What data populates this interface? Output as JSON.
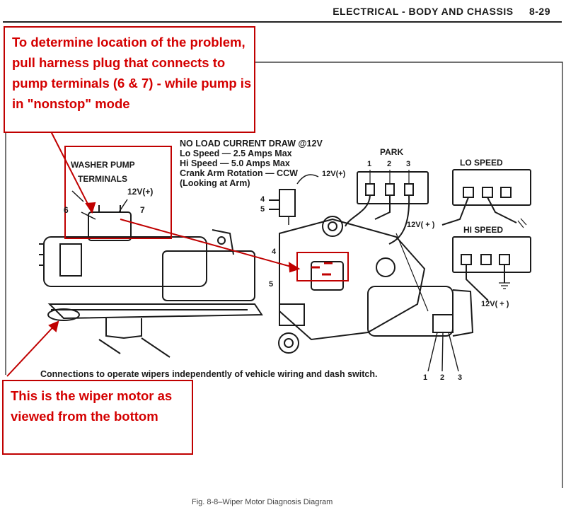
{
  "header": {
    "section": "ELECTRICAL - BODY AND CHASSIS",
    "page": "8-29"
  },
  "annotations": {
    "top_note": "To determine location of the problem, pull harness plug that connects to  pump terminals (6 & 7) - while pump is in \"nonstop\" mode",
    "bottom_note": "This is the wiper motor as viewed from the bottom"
  },
  "spec": {
    "line1": "NO LOAD CURRENT DRAW @12V",
    "line2": "Lo Speed — 2.5 Amps Max",
    "line3": "Hi Speed — 5.0 Amps Max",
    "line4": "Crank Arm Rotation — CCW",
    "line5": "(Looking at Arm)"
  },
  "labels": {
    "washer_pump": "WASHER PUMP",
    "terminals": "TERMINALS",
    "v12_plus": "12V(+)",
    "v12_plus_spaced": "12V( + )",
    "term6": "6",
    "term7": "7",
    "term4": "4",
    "term5": "5",
    "term1": "1",
    "term2": "2",
    "term3": "3",
    "park": "PARK",
    "lo_speed": "LO SPEED",
    "hi_speed": "HI SPEED"
  },
  "caption": "Connections to operate wipers independently of vehicle wiring and dash switch.",
  "figure_caption": "Fig. 8-8–Wiper Motor Diagnosis Diagram",
  "colors": {
    "annotation_red": "#d40000",
    "box_red": "#c00000",
    "ink": "#1a1a1a"
  }
}
